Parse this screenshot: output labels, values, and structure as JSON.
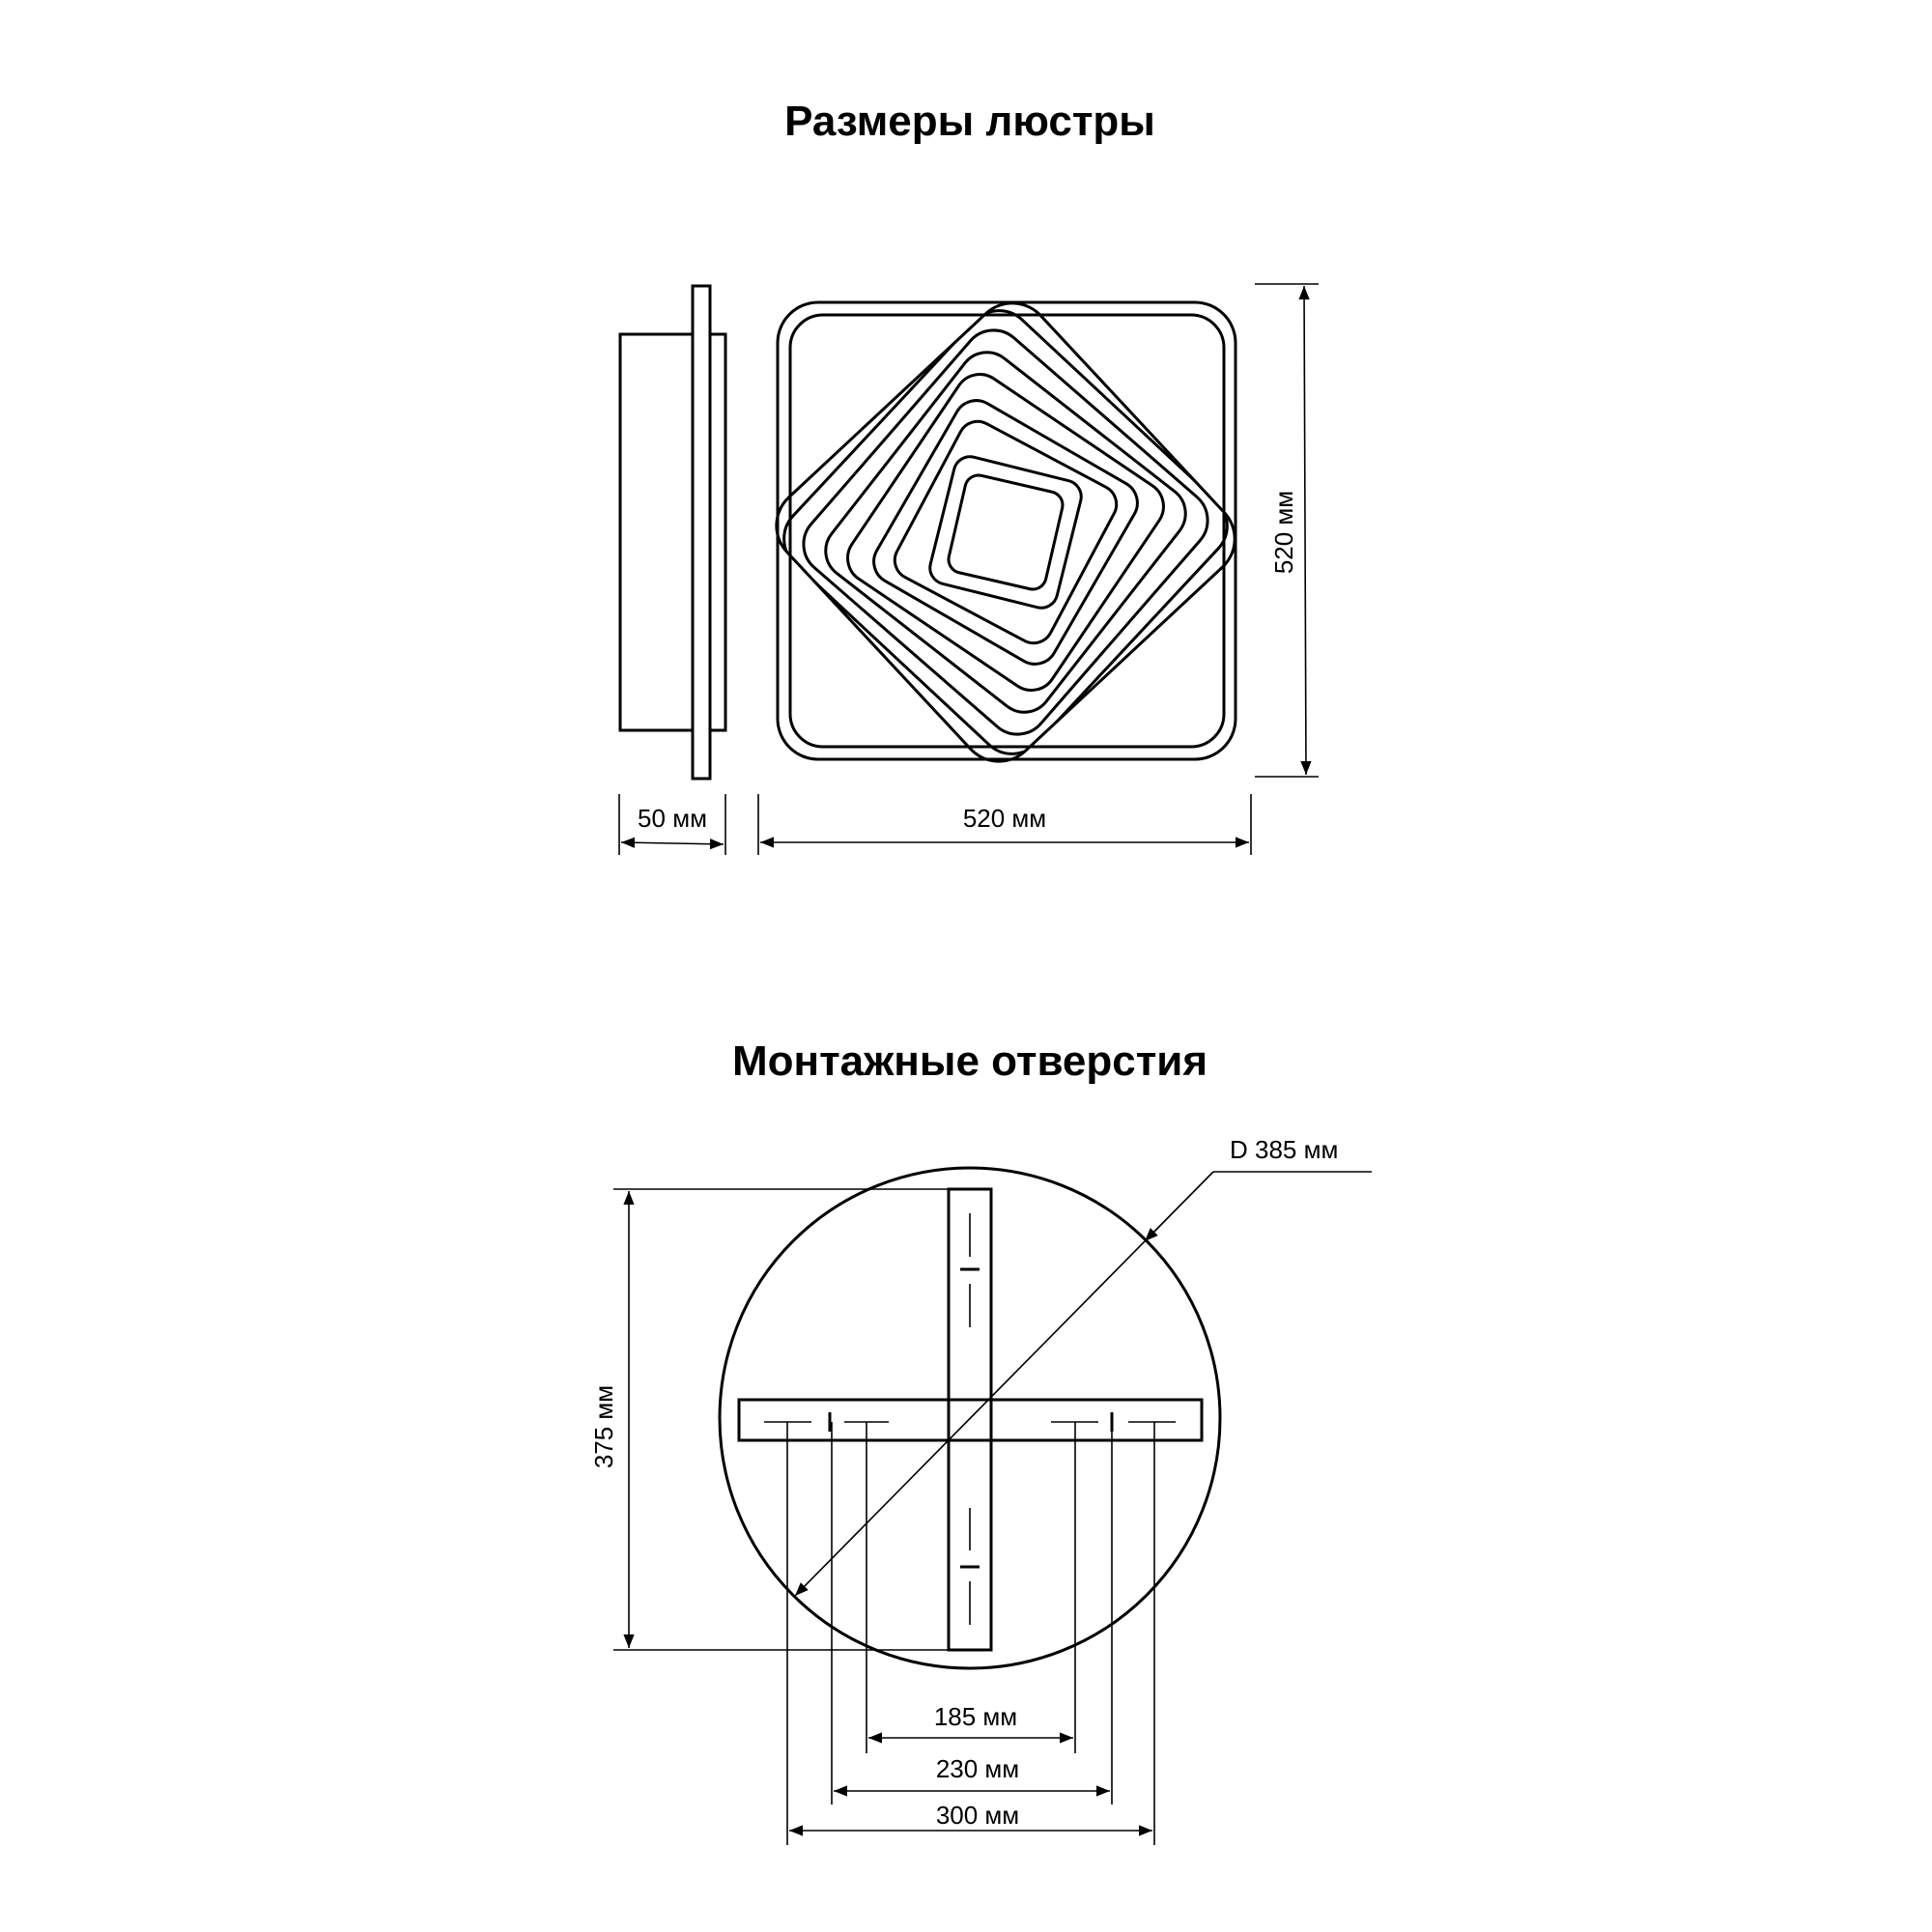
{
  "titles": {
    "dimensions": "Размеры люстры",
    "mounting": "Монтажные отверстия"
  },
  "dimensions": {
    "depth": "50 мм",
    "width": "520 мм",
    "height": "520 мм"
  },
  "mounting": {
    "diameter": "D 385 мм",
    "bar_length": "375 мм",
    "hole_inner": "185 мм",
    "hole_middle": "230 мм",
    "hole_outer": "300 мм"
  }
}
